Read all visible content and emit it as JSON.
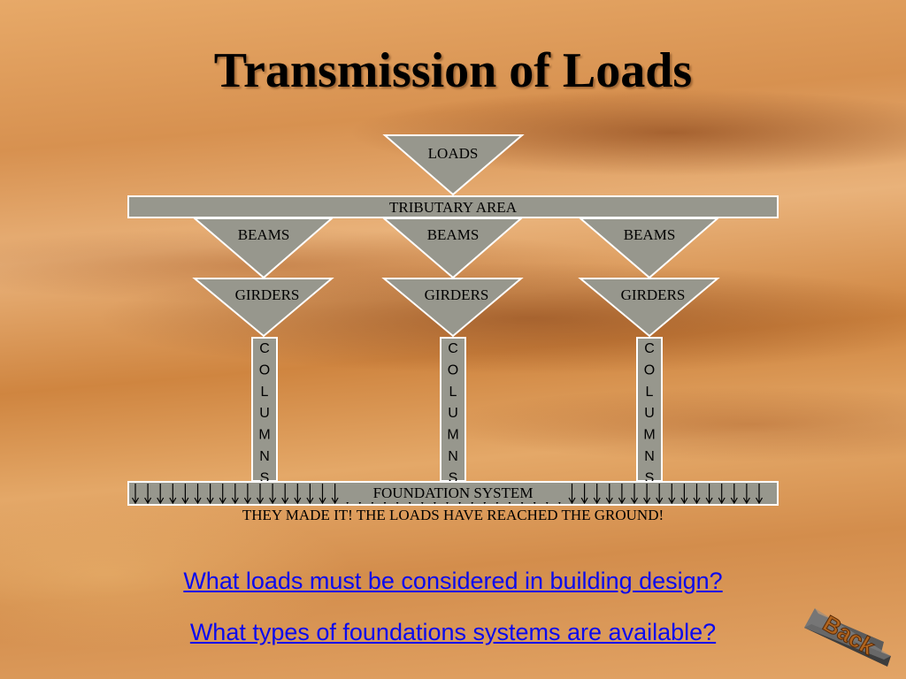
{
  "slide": {
    "title": "Transmission of Loads"
  },
  "diagram": {
    "loads_label": "LOADS",
    "tributary_label": "TRIBUTARY AREA",
    "beams": [
      "BEAMS",
      "BEAMS",
      "BEAMS"
    ],
    "girders": [
      "GIRDERS",
      "GIRDERS",
      "GIRDERS"
    ],
    "columns_letters": [
      "C",
      "O",
      "L",
      "U",
      "M",
      "N",
      "S"
    ],
    "foundation_label": "FOUNDATION SYSTEM",
    "ground_message": "THEY MADE IT! THE LOADS HAVE REACHED THE GROUND!",
    "colors": {
      "shape_fill": "#97978d",
      "shape_stroke": "#ffffff"
    }
  },
  "links": {
    "q1": "What loads must be considered in building design?",
    "q2": "What types of foundations systems are available?",
    "color": "#0a0aee"
  },
  "back_button": {
    "label": "Back",
    "icon": "back-arrow-3d-icon"
  }
}
